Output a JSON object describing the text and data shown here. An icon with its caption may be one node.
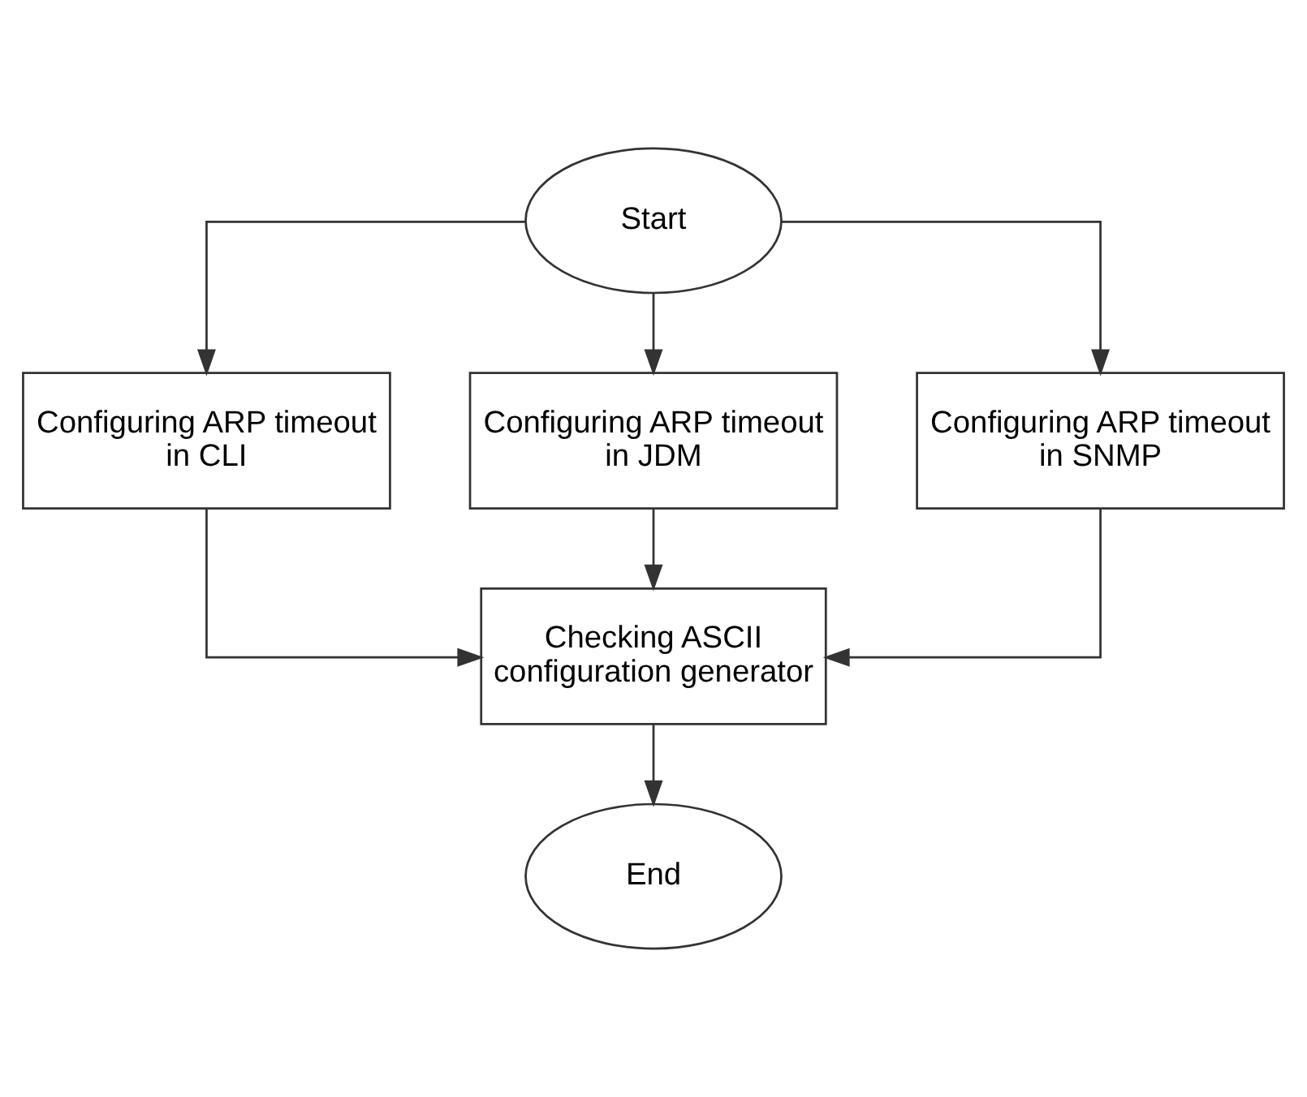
{
  "diagram": {
    "nodes": [
      {
        "text": [
          "Start"
        ]
      },
      {
        "text": [
          "Configuring ARP timeout in CLI"
        ]
      },
      {
        "text": [
          "Configuring ARP timeout in JDM"
        ]
      },
      {
        "text": [
          "Configuring ARP timeout in SNMP"
        ]
      },
      {
        "text": [
          "Checking ASCII configuration generator"
        ]
      },
      {
        "text": [
          "End"
        ]
      }
    ],
    "edges": [
      {
        "from": 0,
        "to": 1,
        "arrow": "to"
      },
      {
        "from": 0,
        "to": 2,
        "arrow": "to"
      },
      {
        "from": 0,
        "to": 3,
        "arrow": "to"
      },
      {
        "from": 1,
        "to": 4,
        "arrow": "to"
      },
      {
        "from": 2,
        "to": 4,
        "arrow": "to"
      },
      {
        "from": 3,
        "to": 4,
        "arrow": "to"
      },
      {
        "from": 4,
        "to": 5,
        "arrow": "to"
      }
    ]
  }
}
